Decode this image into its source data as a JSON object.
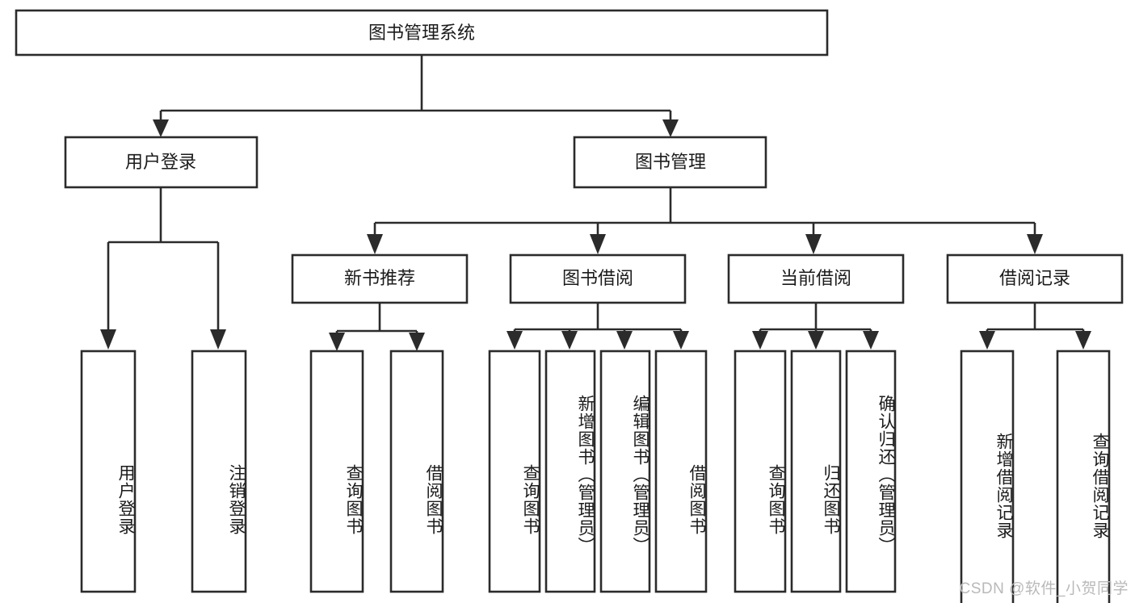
{
  "diagram": {
    "type": "tree-hierarchy",
    "title": "图书管理系统",
    "orientation": "top-down",
    "colors": {
      "box_stroke": "#2b2b2b",
      "box_fill": "#ffffff",
      "text": "#1b1b1b",
      "connector": "#2b2b2b",
      "watermark": "#b9b9b9",
      "background": "#ffffff"
    },
    "root": {
      "id": "root",
      "label": "图书管理系统"
    },
    "level2": [
      {
        "id": "user-login",
        "label": "用户登录"
      },
      {
        "id": "book-manage",
        "label": "图书管理"
      }
    ],
    "level3": [
      {
        "id": "new-book-recommend",
        "label": "新书推荐",
        "parent": "book-manage"
      },
      {
        "id": "book-borrow",
        "label": "图书借阅",
        "parent": "book-manage"
      },
      {
        "id": "current-borrow",
        "label": "当前借阅",
        "parent": "book-manage"
      },
      {
        "id": "borrow-record",
        "label": "借阅记录",
        "parent": "book-manage"
      }
    ],
    "leaves": [
      {
        "id": "leaf-user-login",
        "label": "用户登录",
        "parent": "user-login"
      },
      {
        "id": "leaf-logout",
        "label": "注销登录",
        "parent": "user-login"
      },
      {
        "id": "leaf-query-book-1",
        "label": "查询图书",
        "parent": "new-book-recommend"
      },
      {
        "id": "leaf-borrow-book-1",
        "label": "借阅图书",
        "parent": "new-book-recommend"
      },
      {
        "id": "leaf-query-book-2",
        "label": "查询图书",
        "parent": "book-borrow"
      },
      {
        "id": "leaf-add-book",
        "label": "新增图书（管理员）",
        "parent": "book-borrow"
      },
      {
        "id": "leaf-edit-book",
        "label": "编辑图书（管理员）",
        "parent": "book-borrow"
      },
      {
        "id": "leaf-borrow-book-2",
        "label": "借阅图书",
        "parent": "book-borrow"
      },
      {
        "id": "leaf-query-book-3",
        "label": "查询图书",
        "parent": "current-borrow"
      },
      {
        "id": "leaf-return-book",
        "label": "归还图书",
        "parent": "current-borrow"
      },
      {
        "id": "leaf-confirm-return",
        "label": "确认归还（管理员）",
        "parent": "current-borrow"
      },
      {
        "id": "leaf-add-record",
        "label": "新增借阅记录",
        "parent": "borrow-record"
      },
      {
        "id": "leaf-query-record",
        "label": "查询借阅记录",
        "parent": "borrow-record"
      }
    ]
  },
  "watermark": {
    "text": "CSDN @软件_小贺同学"
  }
}
